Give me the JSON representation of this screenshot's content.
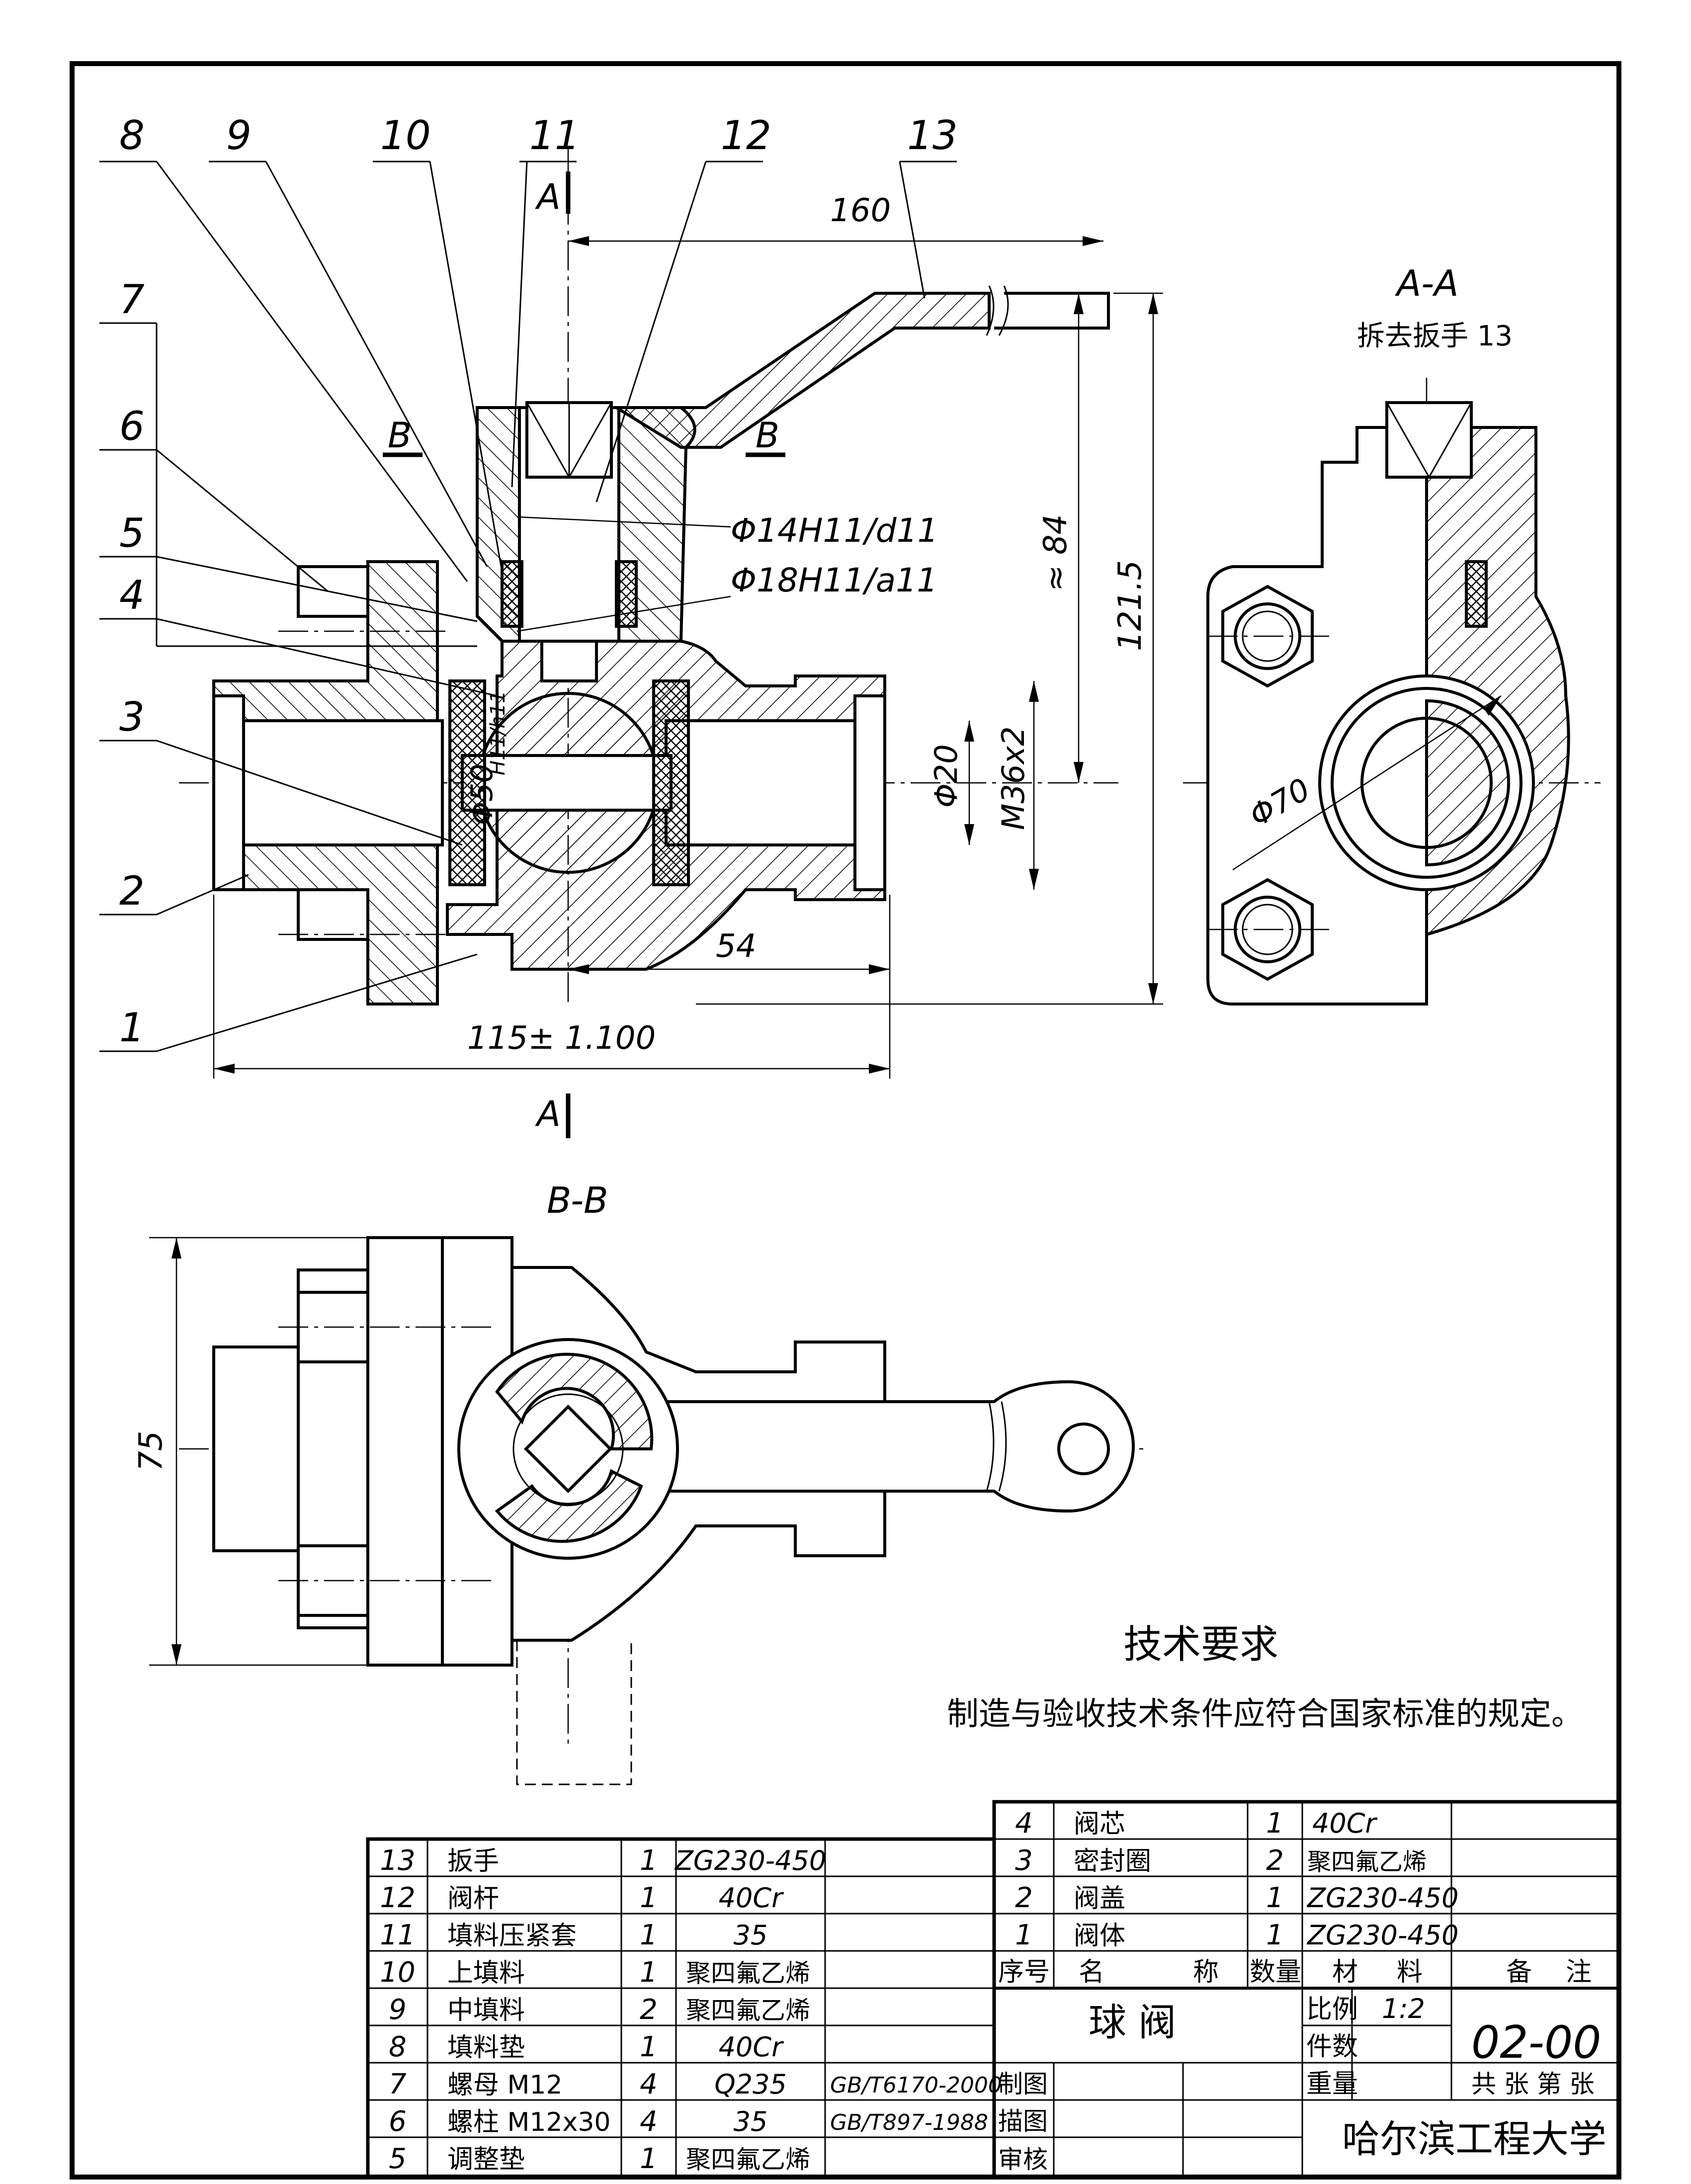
{
  "view_labels": {
    "section_aa": "A-A",
    "section_aa_note": "拆去扳手 13",
    "section_bb": "B-B",
    "cut_a_top": "A",
    "cut_a_bottom": "A",
    "cut_b_left": "B",
    "cut_b_right": "B"
  },
  "balloons": [
    "1",
    "2",
    "3",
    "4",
    "5",
    "6",
    "7",
    "8",
    "9",
    "10",
    "11",
    "12",
    "13"
  ],
  "dimensions": {
    "d160": "160",
    "d84": "≈ 84",
    "d121": "121.5",
    "fit_stem": "Φ14H11/d11",
    "fit_bonnet": "Φ18H11/a11",
    "d20": "Φ20",
    "dM36": "M36x2",
    "d50": "Φ50",
    "d50_fit": "H11/h11",
    "d54": "54",
    "d115": "115± 1.100",
    "d70": "Φ70",
    "d75": "75"
  },
  "tech_req": {
    "title": "技术要求",
    "body": "制造与验收技术条件应符合国家标准的规定。"
  },
  "bom_left": [
    {
      "no": "13",
      "name": "扳手",
      "qty": "1",
      "mat": "ZG230-450",
      "note": ""
    },
    {
      "no": "12",
      "name": "阀杆",
      "qty": "1",
      "mat": "40Cr",
      "note": ""
    },
    {
      "no": "11",
      "name": "填料压紧套",
      "qty": "1",
      "mat": "35",
      "note": ""
    },
    {
      "no": "10",
      "name": "上填料",
      "qty": "1",
      "mat": "聚四氟乙烯",
      "note": ""
    },
    {
      "no": "9",
      "name": "中填料",
      "qty": "2",
      "mat": "聚四氟乙烯",
      "note": ""
    },
    {
      "no": "8",
      "name": "填料垫",
      "qty": "1",
      "mat": "40Cr",
      "note": ""
    },
    {
      "no": "7",
      "name": "螺母 M12",
      "qty": "4",
      "mat": "Q235",
      "note": "GB/T6170-2000"
    },
    {
      "no": "6",
      "name": "螺柱 M12x30",
      "qty": "4",
      "mat": "35",
      "note": "GB/T897-1988"
    },
    {
      "no": "5",
      "name": "调整垫",
      "qty": "1",
      "mat": "聚四氟乙烯",
      "note": ""
    }
  ],
  "bom_right": [
    {
      "no": "4",
      "name": "阀芯",
      "qty": "1",
      "mat": "40Cr",
      "note": ""
    },
    {
      "no": "3",
      "name": "密封圈",
      "qty": "2",
      "mat": "聚四氟乙烯",
      "note": ""
    },
    {
      "no": "2",
      "name": "阀盖",
      "qty": "1",
      "mat": "ZG230-450",
      "note": ""
    },
    {
      "no": "1",
      "name": "阀体",
      "qty": "1",
      "mat": "ZG230-450",
      "note": ""
    }
  ],
  "bom_header": {
    "no": "序号",
    "name_a": "名",
    "name_b": "称",
    "qty": "数量",
    "mat_a": "材",
    "mat_b": "料",
    "note_a": "备",
    "note_b": "注"
  },
  "title_block": {
    "part_name": "球 阀",
    "scale_label": "比例",
    "scale_value": "1:2",
    "count_label": "件数",
    "weight_label": "重量",
    "drawing_no": "02-00",
    "sheets": "共 张 第 张",
    "drawn": "制图",
    "traced": "描图",
    "checked": "审核",
    "school": "哈尔滨工程大学"
  }
}
